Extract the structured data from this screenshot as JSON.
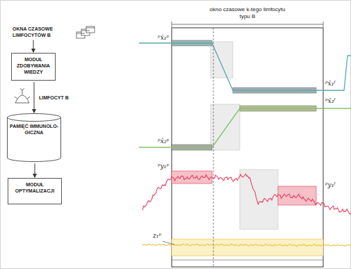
{
  "diagram": {
    "nodes": [
      {
        "text": [
          "OKNA CZASOWE LIMFOCYTÓW B"
        ]
      },
      {
        "text": [
          "MODUŁ ZDOBYWANIA WIEDZY"
        ]
      },
      {
        "text": [
          "PAMIĘĆ IMMUNOLO- GICZNA"
        ]
      },
      {
        "text": [
          "MODUŁ OPTYMALIZACJI"
        ]
      }
    ],
    "edges": [
      {
        "from": 0,
        "to": 1,
        "arrow": "to"
      },
      {
        "from": 1,
        "to": 2,
        "label": "LIMFOCYT B",
        "arrow": "to"
      },
      {
        "from": 2,
        "to": 3,
        "arrow": "to"
      }
    ],
    "labels": [
      "okno czasowe k-tego limfocytu typu B",
      "ᵖx̄₁ᵖ",
      "ᵖx̄₂ᵖ",
      "ᵖy₁ᵖ",
      "z₁ᵖ",
      "ᵖx̄₁ᶠ",
      "ᵖx̄₂ᶠ",
      "ᵖy₁ᶠ"
    ]
  }
}
